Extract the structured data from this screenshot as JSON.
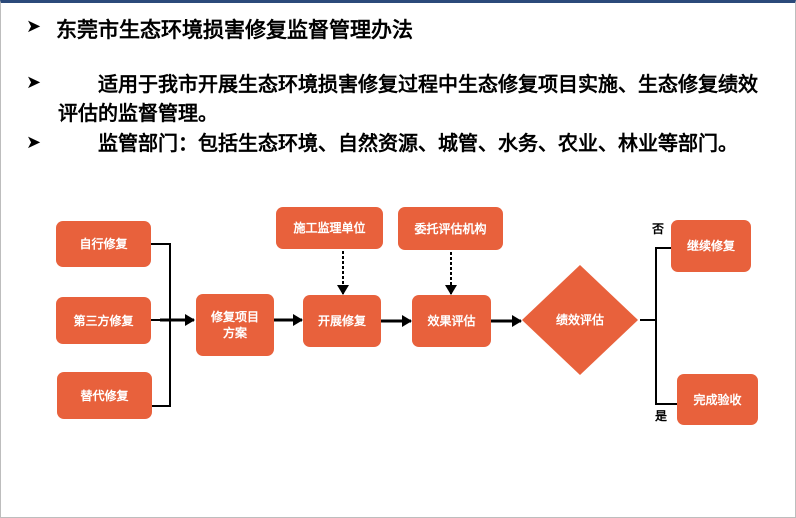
{
  "title": "东莞市生态环境损害修复监督管理办法",
  "paragraphs": [
    "　　适用于我市开展生态环境损害修复过程中生态修复项目实施、生态修复绩效评估的监督管理。",
    "　　监管部门：包括生态环境、自然资源、城管、水务、农业、林业等部门。"
  ],
  "flow": {
    "sources": [
      "自行修复",
      "第三方修复",
      "替代修复"
    ],
    "plan": "修复项目方案",
    "execute": "开展修复",
    "evaluate": "效果评估",
    "decision": "绩效评估",
    "supervisor": "施工监理单位",
    "assessor": "委托评估机构",
    "no_label": "否",
    "yes_label": "是",
    "continue": "继续修复",
    "complete": "完成验收"
  },
  "colors": {
    "box": "#e8613c",
    "border_top": "#2b4a7a"
  }
}
